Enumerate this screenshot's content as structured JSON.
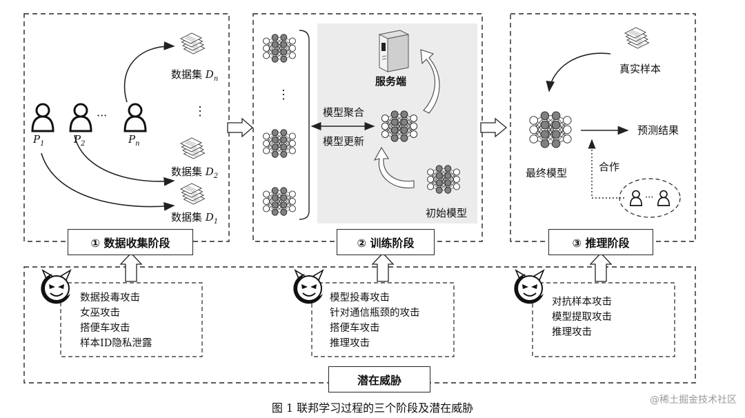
{
  "stage1": {
    "label": "① 数据收集阶段",
    "participants": [
      {
        "name": "P",
        "sub": "1"
      },
      {
        "name": "P",
        "sub": "2"
      },
      {
        "name": "P",
        "sub": "n"
      }
    ],
    "ellipsis": "···",
    "datasets": [
      {
        "prefix": "数据集 ",
        "var": "D",
        "sub": "n"
      },
      {
        "prefix": "数据集 ",
        "var": "D",
        "sub": "2"
      },
      {
        "prefix": "数据集 ",
        "var": "D",
        "sub": "1"
      }
    ],
    "vdots": "⋮"
  },
  "stage2": {
    "label": "② 训练阶段",
    "server": "服务端",
    "aggregate": "模型聚合",
    "update": "模型更新",
    "initial": "初始模型",
    "vdots": "⋮"
  },
  "stage3": {
    "label": "③ 推理阶段",
    "real_sample": "真实样本",
    "result": "预测结果",
    "final_model": "最终模型",
    "cooperate": "合作",
    "ellipsis": "···"
  },
  "threats": {
    "label": "潜在威胁",
    "group1": [
      "数据投毒攻击",
      "女巫攻击",
      "搭便车攻击",
      "样本ID隐私泄露"
    ],
    "group2": [
      "模型投毒攻击",
      "针对通信瓶颈的攻击",
      "搭便车攻击",
      "推理攻击"
    ],
    "group3": [
      "对抗样本攻击",
      "模型提取攻击",
      "推理攻击"
    ]
  },
  "caption": "图 1  联邦学习过程的三个阶段及潜在威胁",
  "watermark": "@稀土掘金技术社区",
  "colors": {
    "line": "#222222",
    "node_dark": "#808080",
    "node_light": "#ffffff",
    "server_panel": "#ececec"
  }
}
